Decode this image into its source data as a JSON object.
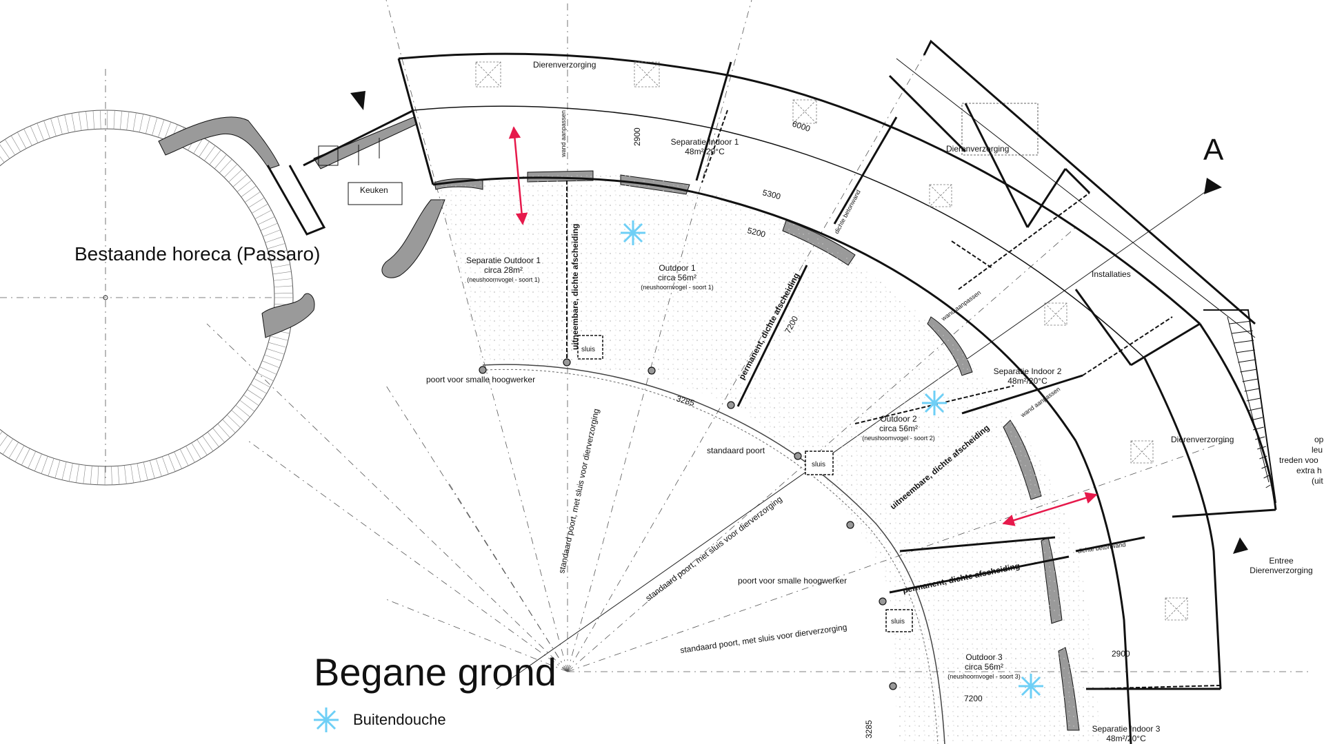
{
  "title": "Begane grond",
  "legend": {
    "label": "Buitendouche",
    "icon": "shower-asterisk-icon"
  },
  "colors": {
    "wall": "#111111",
    "fill_gray": "#9a9a9a",
    "dots": "#bdbdbd",
    "accent_arrow": "#e6194b",
    "shower": "#6ecff6"
  },
  "rooms": {
    "dierenverzorging_1": "Dierenverzorging",
    "dierenverzorging_2": "Dierenverzorging",
    "dierenverzorging_3": "Dierenverzorging",
    "keuken": "Keuken",
    "horeca": "Bestaande horeca (Passaro)",
    "installaties": "Installaties",
    "sep_indoor_1": [
      "Separatie Indoor 1",
      "48m²/20°C"
    ],
    "sep_indoor_2": [
      "Separatie Indoor 2",
      "48m²/20°C"
    ],
    "sep_indoor_3": [
      "Separatie Indoor 3",
      "48m²/20°C"
    ],
    "sep_outdoor_1": [
      "Separatie Outdoor 1",
      "circa 28m²",
      "(neushoornvogel - soort 1)"
    ],
    "outdoor_1": [
      "Outdoor 1",
      "circa 56m²",
      "(neushoornvogel - soort 1)"
    ],
    "outdoor_2": [
      "Outdoor 2",
      "circa 56m²",
      "(neushoornvogel - soort 2)"
    ],
    "outdoor_3": [
      "Outdoor 3",
      "circa 56m²",
      "(neushoornvogel - soort 3)"
    ]
  },
  "labels": {
    "section_marker": "A",
    "sluis": "sluis",
    "poort_smalle": "poort voor smalle hoogwerker",
    "standaard_poort": "standaard poort",
    "standaard_poort_sluis": "standaard poort, met sluis voor dierverzorging",
    "uitneembare": "uitneembare, dichte afscheiding",
    "permanent": "permanent, dichte afscheiding",
    "wand_aanpassen": "wand aanpassen",
    "dichte_betonwand": "dichte betonwand",
    "entree": [
      "Entree",
      "Dierenverzorging"
    ],
    "stair_note": [
      "op",
      "leu",
      "treden voo",
      "extra h",
      "(uit"
    ]
  },
  "dimensions": {
    "d2900a": "2900",
    "d6000": "6000",
    "d5300": "5300",
    "d5200": "5200",
    "d7200a": "7200",
    "d3285a": "3285",
    "d2900b": "2900",
    "d7200b": "7200",
    "d3285b": "3285"
  }
}
